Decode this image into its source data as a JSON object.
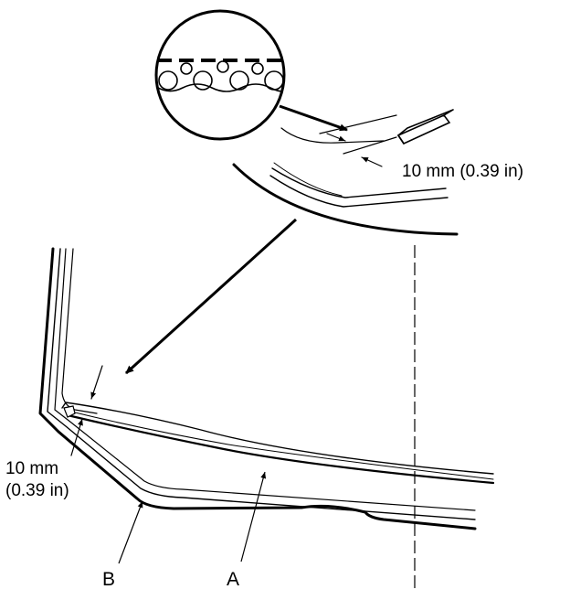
{
  "labels": {
    "top_dimension": "10 mm (0.39 in)",
    "left_dimension_line1": "10 mm",
    "left_dimension_line2": "(0.39 in)",
    "callout_a": "A",
    "callout_b": "B"
  },
  "colors": {
    "ink": "#000000",
    "background": "#ffffff"
  }
}
